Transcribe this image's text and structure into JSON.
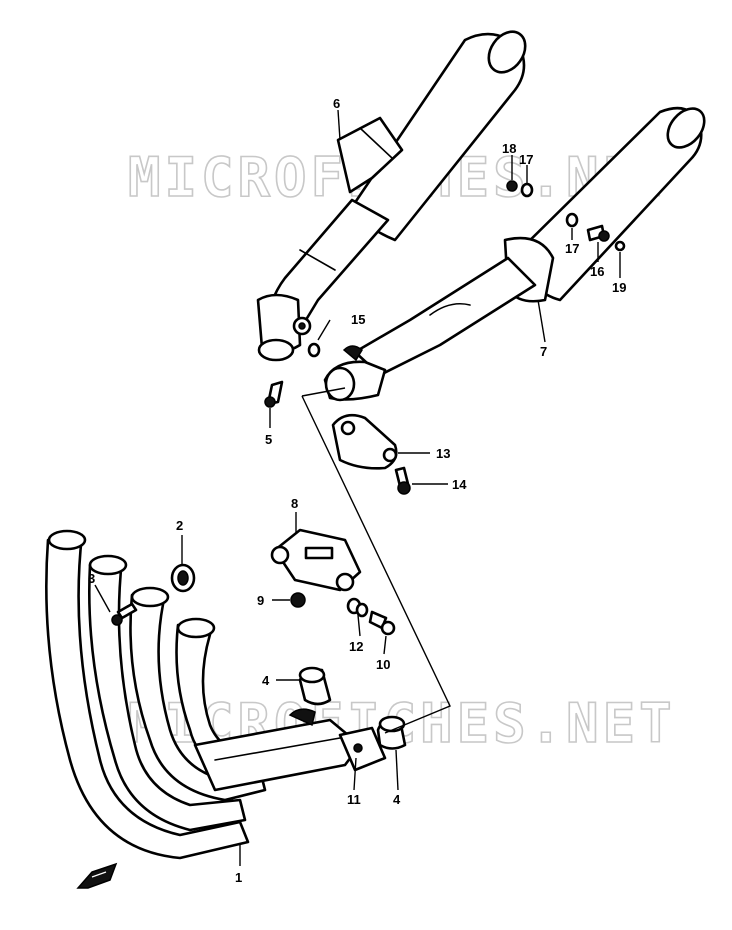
{
  "watermark": {
    "top": "MICROFICHES.NET",
    "bottom": "MICROFICHES.NET"
  },
  "callouts": {
    "c1": "1",
    "c2": "2",
    "c3": "3",
    "c4a": "4",
    "c4b": "4",
    "c5": "5",
    "c6": "6",
    "c7": "7",
    "c8": "8",
    "c9": "9",
    "c10": "10",
    "c11": "11",
    "c12": "12",
    "c13": "13",
    "c14": "14",
    "c15": "15",
    "c16": "16",
    "c17a": "17",
    "c17b": "17",
    "c18": "18",
    "c19": "19"
  }
}
